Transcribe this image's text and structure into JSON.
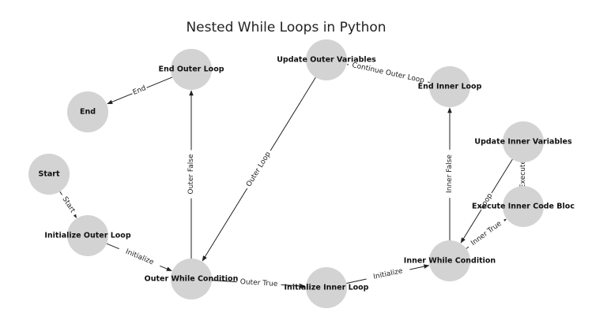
{
  "title": "Nested While Loops in Python",
  "nodes": [
    {
      "id": "start",
      "label": "Start"
    },
    {
      "id": "init_outer",
      "label": "Initialize Outer Loop"
    },
    {
      "id": "outer_cond",
      "label": "Outer While Condition"
    },
    {
      "id": "end_outer",
      "label": "End Outer Loop"
    },
    {
      "id": "end",
      "label": "End"
    },
    {
      "id": "update_outer",
      "label": "Update Outer Variables"
    },
    {
      "id": "init_inner",
      "label": "Initialize Inner Loop"
    },
    {
      "id": "inner_cond",
      "label": "Inner While Condition"
    },
    {
      "id": "end_inner",
      "label": "End Inner Loop"
    },
    {
      "id": "update_inner",
      "label": "Update Inner Variables"
    },
    {
      "id": "exec_inner",
      "label": "Execute Inner Code Bloc"
    }
  ],
  "edges": [
    {
      "from": "start",
      "to": "init_outer",
      "label": "Start"
    },
    {
      "from": "init_outer",
      "to": "outer_cond",
      "label": "Initialize"
    },
    {
      "from": "outer_cond",
      "to": "end_outer",
      "label": "Outer False"
    },
    {
      "from": "end_outer",
      "to": "end",
      "label": "End"
    },
    {
      "from": "update_outer",
      "to": "outer_cond",
      "label": "Outer Loop"
    },
    {
      "from": "outer_cond",
      "to": "init_inner",
      "label": "Outer True"
    },
    {
      "from": "init_inner",
      "to": "inner_cond",
      "label": "Initialize"
    },
    {
      "from": "inner_cond",
      "to": "end_inner",
      "label": "Inner False"
    },
    {
      "from": "end_inner",
      "to": "update_outer",
      "label": "Continue Outer Loop"
    },
    {
      "from": "inner_cond",
      "to": "exec_inner",
      "label": "Inner True"
    },
    {
      "from": "exec_inner",
      "to": "update_inner",
      "label": "Execute"
    },
    {
      "from": "update_inner",
      "to": "inner_cond",
      "label": "Loop"
    }
  ]
}
